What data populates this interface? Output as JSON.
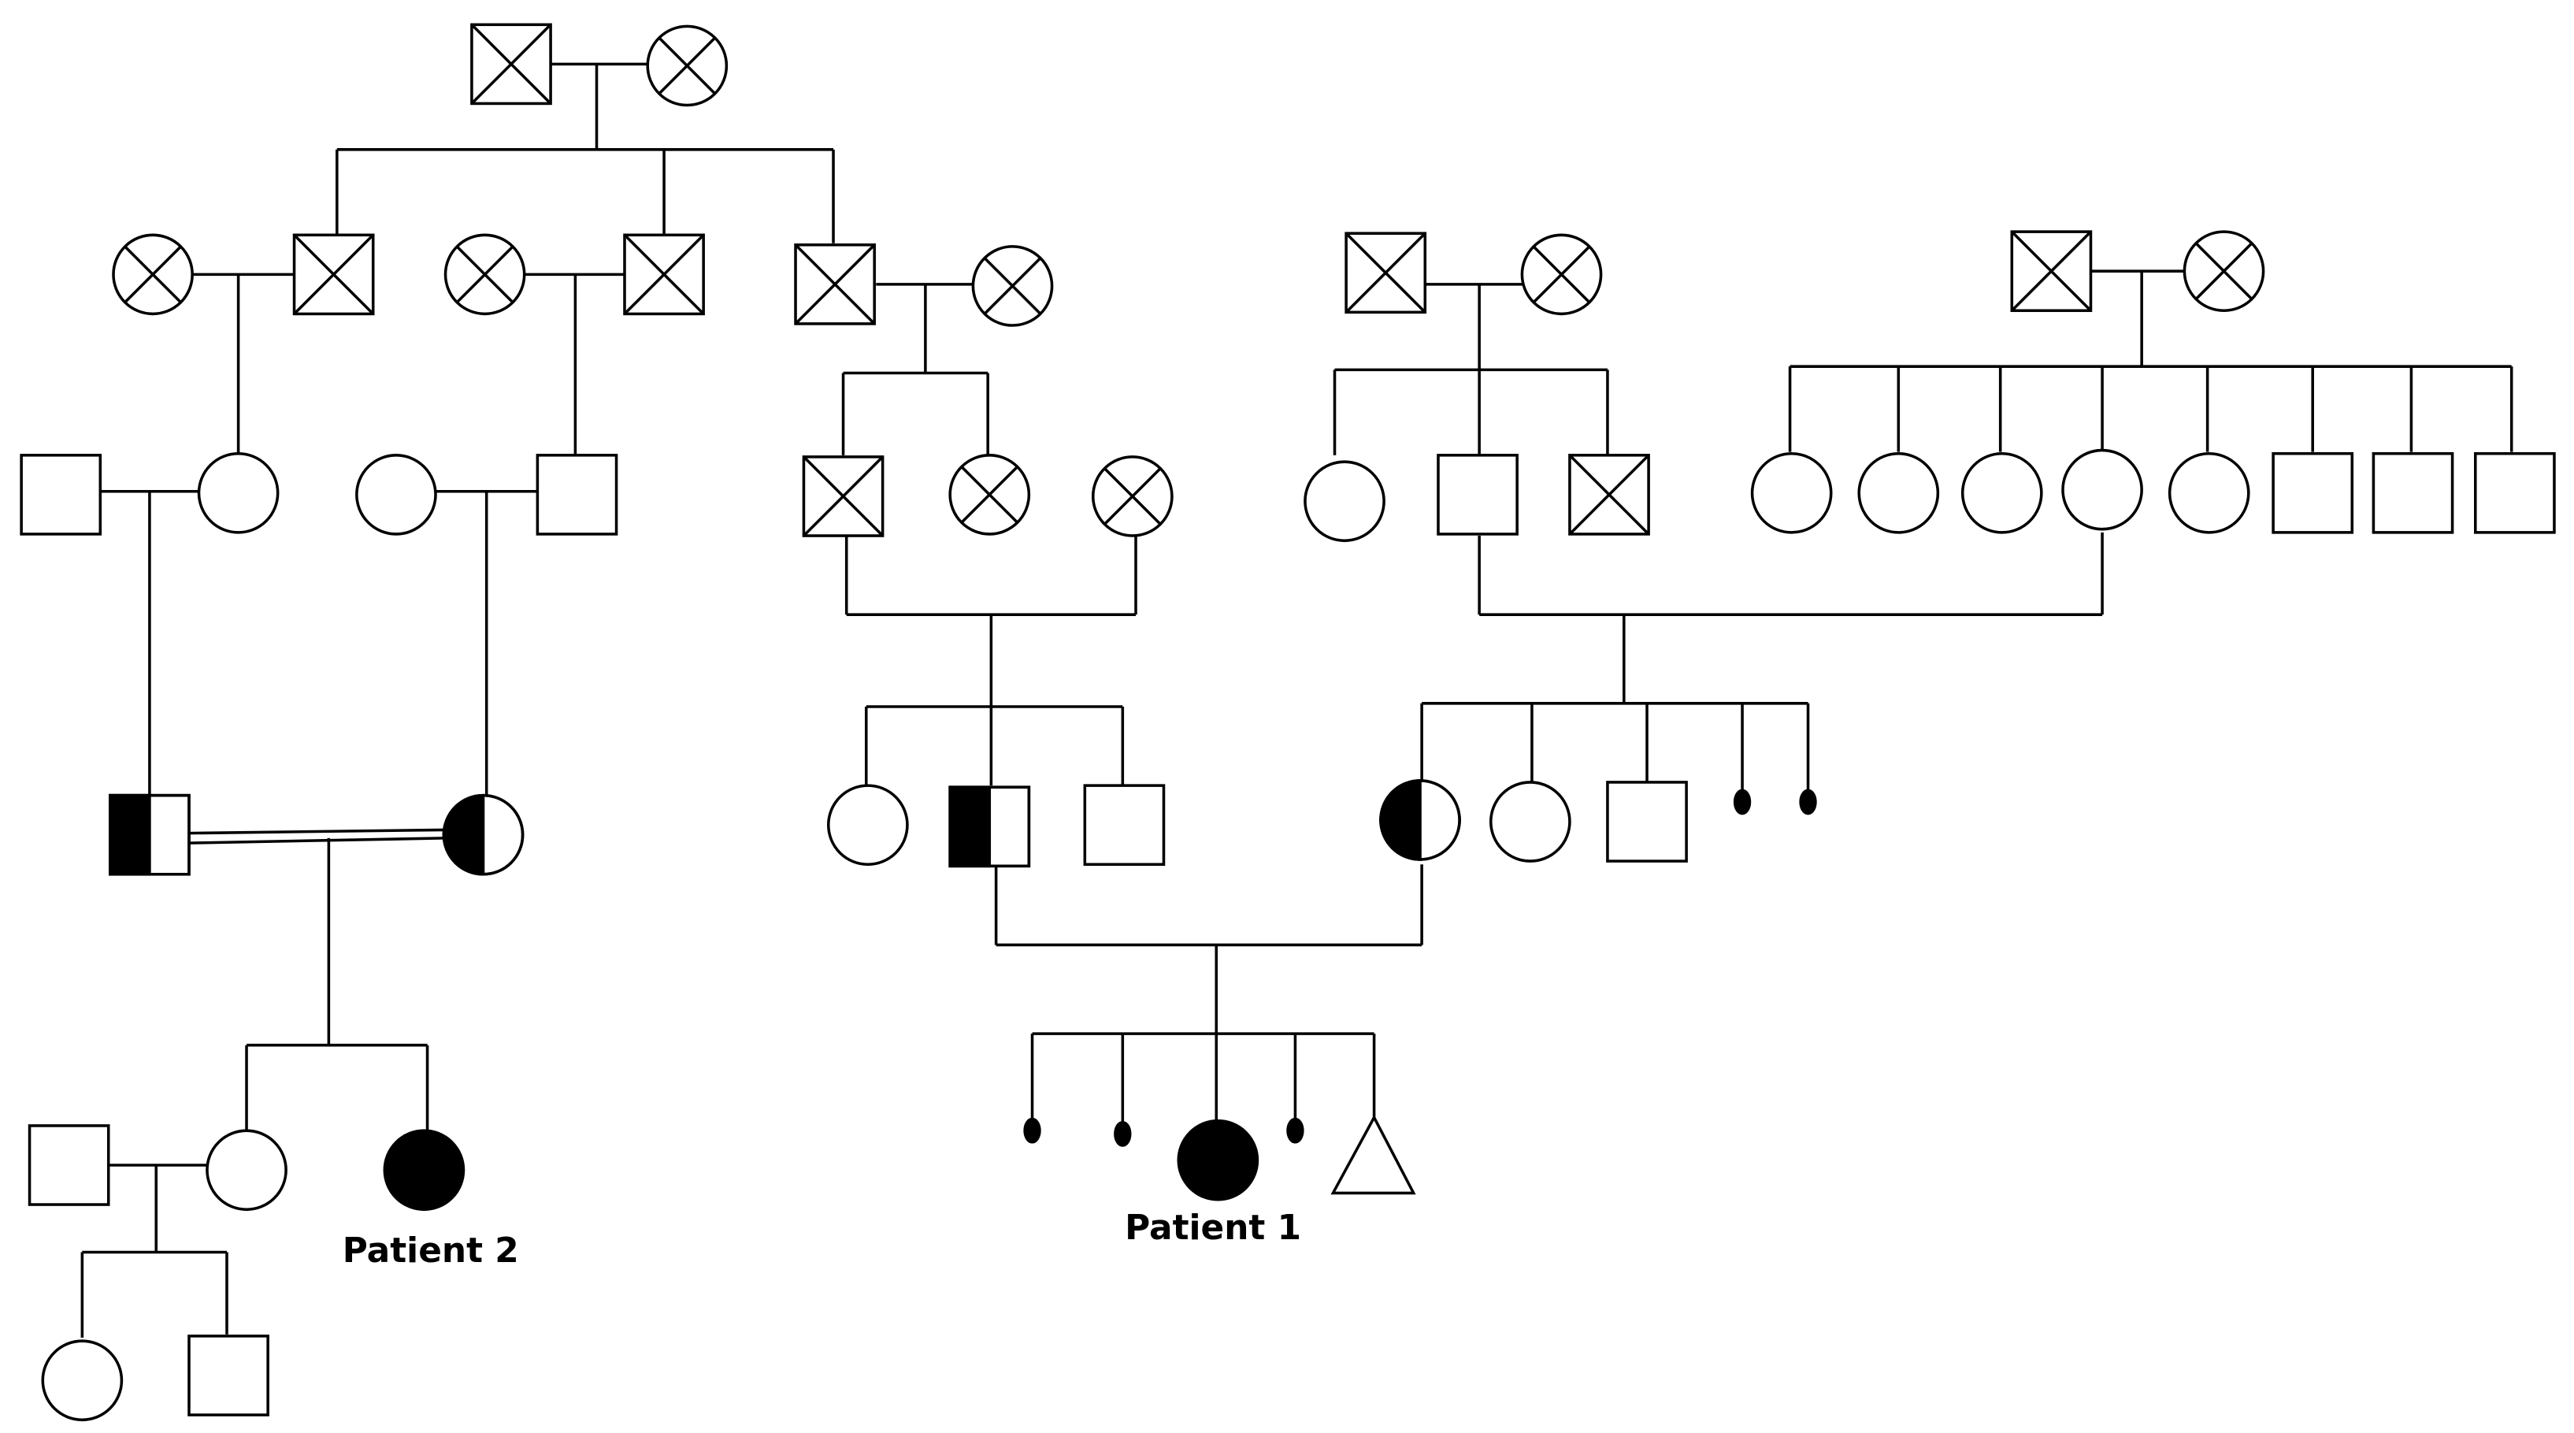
{
  "diagram": {
    "type": "pedigree",
    "labels": {
      "patient1": "Patient 1",
      "patient2": "Patient 2"
    },
    "colors": {
      "line": "#000000",
      "fill_affected": "#000000",
      "fill_unaffected": "#ffffff"
    }
  }
}
